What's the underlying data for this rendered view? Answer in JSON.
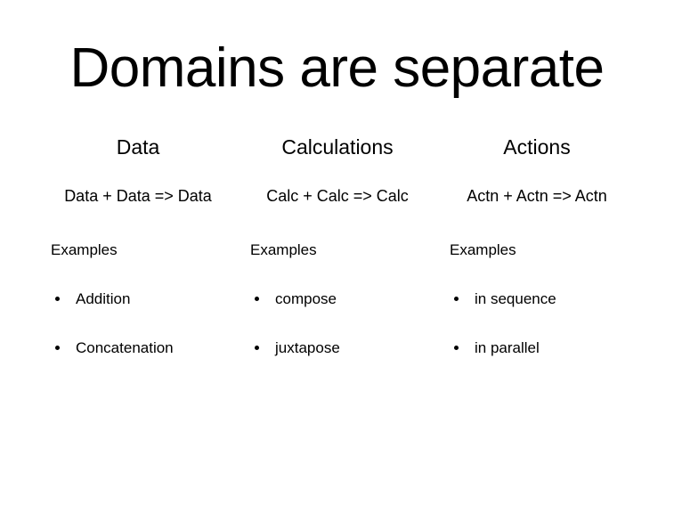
{
  "slide": {
    "title": "Domains are separate",
    "background_color": "#ffffff",
    "text_color": "#000000",
    "columns": [
      {
        "header": "Data",
        "formula": "Data + Data => Data",
        "examples_label": "Examples",
        "examples": [
          {
            "text": "Addition",
            "bullet": "bullet-dot-icon"
          },
          {
            "text": "Concatenation",
            "bullet": "bullet-dot-icon"
          }
        ]
      },
      {
        "header": "Calculations",
        "formula": "Calc + Calc => Calc",
        "examples_label": "Examples",
        "examples": [
          {
            "text": "compose",
            "bullet": "bullet-dot-icon"
          },
          {
            "text": "juxtapose",
            "bullet": "bullet-dot-icon"
          }
        ]
      },
      {
        "header": "Actions",
        "formula": "Actn + Actn => Actn",
        "examples_label": "Examples",
        "examples": [
          {
            "text": "in sequence",
            "bullet": "bullet-dot-icon"
          },
          {
            "text": "in parallel",
            "bullet": "bullet-dot-icon"
          }
        ]
      }
    ]
  }
}
